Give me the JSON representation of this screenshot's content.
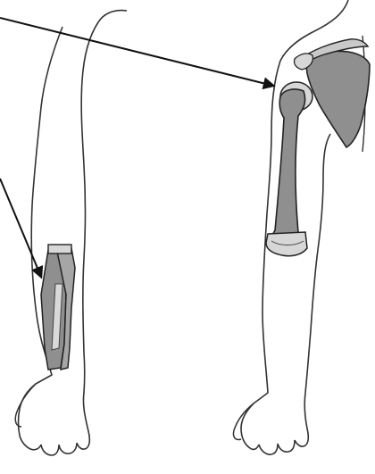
{
  "diagram": {
    "colors": {
      "background": "#ffffff",
      "outline": "#333333",
      "bone_fill": "#8f8f8f",
      "bone_light": "#c9c9c9",
      "joint_fill": "#d7d7d7",
      "arrow": "#111111"
    },
    "figures": [
      {
        "id": "left-arm",
        "bones": [
          "radius",
          "ulna"
        ]
      },
      {
        "id": "right-arm",
        "bones": [
          "humerus",
          "scapula"
        ]
      }
    ],
    "arrows": [
      {
        "id": "arrow-to-shoulder"
      },
      {
        "id": "arrow-to-forearm"
      }
    ]
  }
}
